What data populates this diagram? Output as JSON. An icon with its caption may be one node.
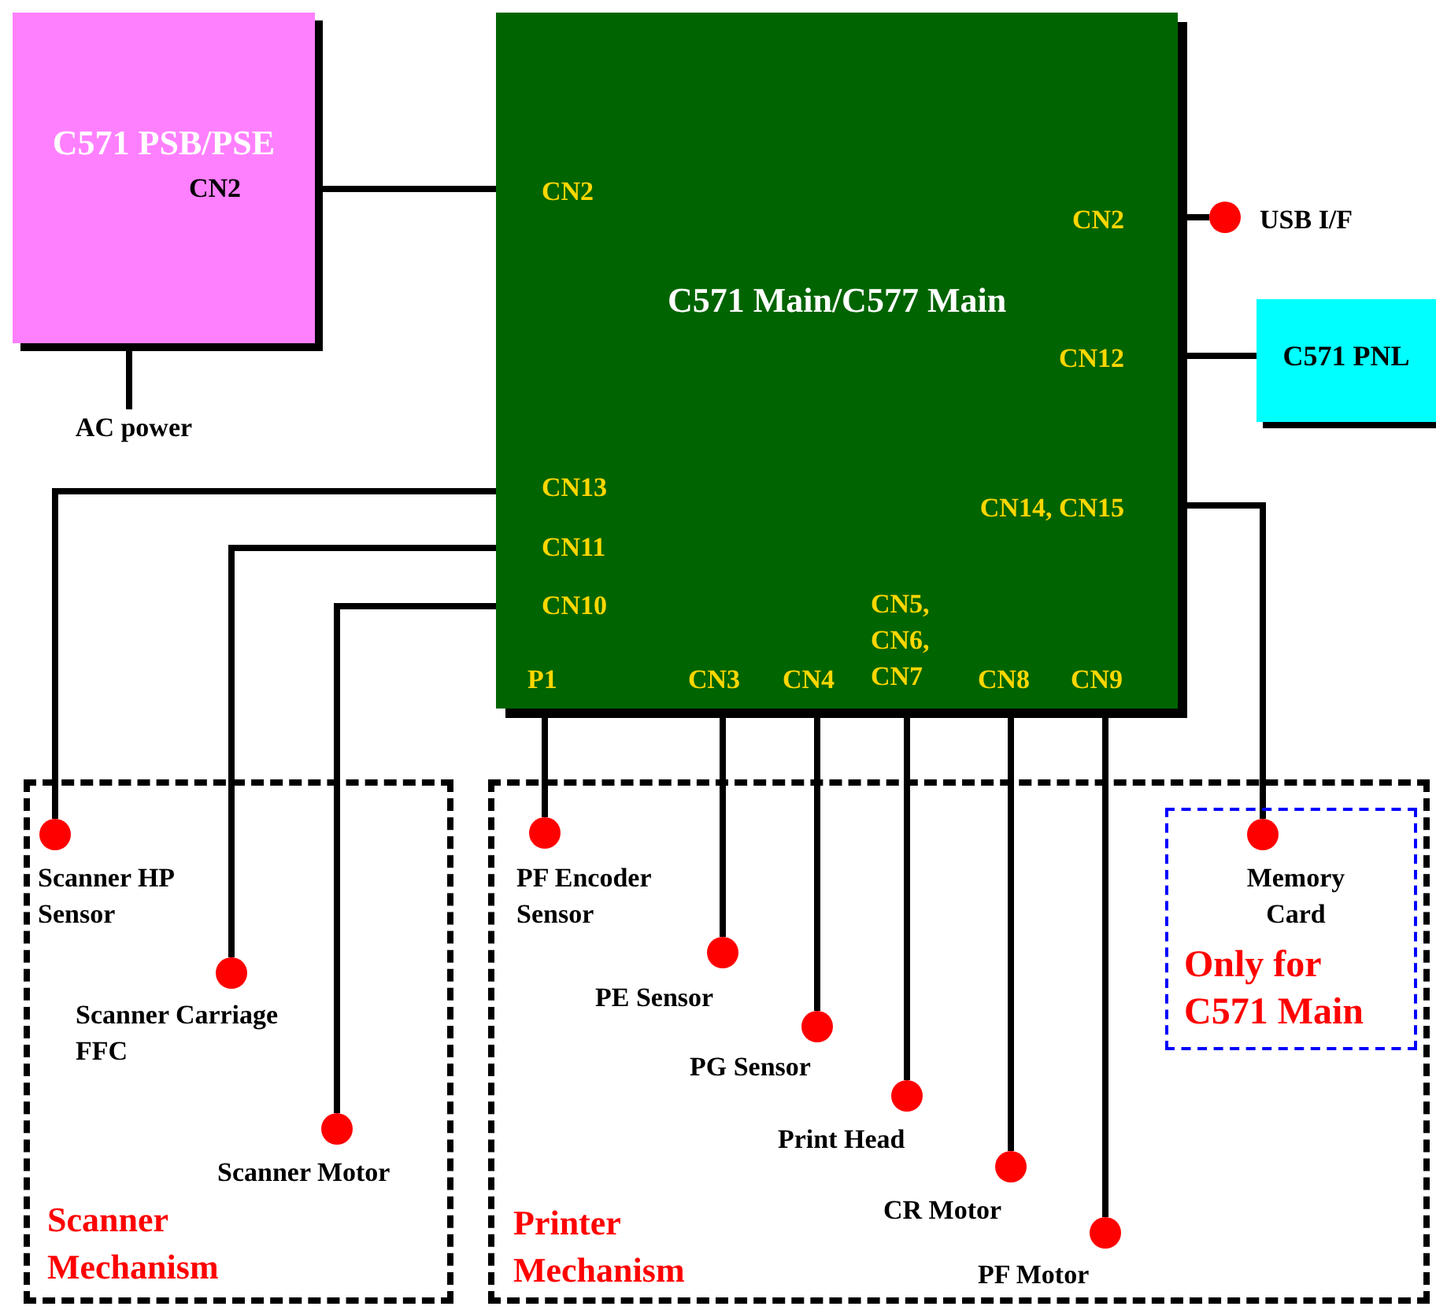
{
  "diagram": {
    "nodes": [
      {
        "text": [
          "C571 PSB/PSE",
          "CN2"
        ]
      },
      {
        "text": [
          "C571 Main/C577 Main",
          "CN2",
          "CN2",
          "CN12",
          "CN13",
          "CN11",
          "CN10",
          "CN14, CN15",
          "P1",
          "CN3",
          "CN4",
          "CN5, CN6, CN7",
          "CN8",
          "CN9"
        ]
      },
      {
        "text": [
          "AC power"
        ]
      },
      {
        "text": [],
        "shape": "circle",
        "beside": [
          "USB I/F"
        ]
      },
      {
        "text": [
          "C571 PNL"
        ]
      },
      {
        "text": [
          "Scanner Mechanism"
        ]
      },
      {
        "text": [],
        "shape": "circle",
        "in": 5,
        "beside": [
          "Scanner HP Sensor"
        ]
      },
      {
        "text": [],
        "shape": "circle",
        "in": 5,
        "beside": [
          "Scanner Carriage FFC"
        ]
      },
      {
        "text": [],
        "shape": "circle",
        "in": 5,
        "beside": [
          "Scanner Motor"
        ]
      },
      {
        "text": [
          "Printer Mechanism"
        ]
      },
      {
        "text": [],
        "shape": "circle",
        "in": 9,
        "beside": [
          "PF Encoder Sensor"
        ]
      },
      {
        "text": [],
        "shape": "circle",
        "in": 9,
        "beside": [
          "PE Sensor"
        ]
      },
      {
        "text": [],
        "shape": "circle",
        "in": 9,
        "beside": [
          "PG Sensor"
        ]
      },
      {
        "text": [],
        "shape": "circle",
        "in": 9,
        "beside": [
          "Print Head"
        ]
      },
      {
        "text": [],
        "shape": "circle",
        "in": 9,
        "beside": [
          "CR Motor"
        ]
      },
      {
        "text": [],
        "shape": "circle",
        "in": 9,
        "beside": [
          "PF Motor"
        ]
      },
      {
        "text": [
          "Only for C571 Main"
        ],
        "in": 9
      },
      {
        "text": [],
        "shape": "circle",
        "in": 16,
        "beside": [
          "Memory Card"
        ]
      }
    ],
    "edges": [
      {
        "from": 0,
        "to": 1,
        "arrow": "none"
      },
      {
        "from": 0,
        "to": 2,
        "arrow": "none"
      },
      {
        "from": 1,
        "to": 3,
        "arrow": "none"
      },
      {
        "from": 1,
        "to": 4,
        "arrow": "none"
      },
      {
        "from": 1,
        "to": 6,
        "arrow": "none"
      },
      {
        "from": 1,
        "to": 7,
        "arrow": "none"
      },
      {
        "from": 1,
        "to": 8,
        "arrow": "none"
      },
      {
        "from": 1,
        "to": 10,
        "arrow": "none"
      },
      {
        "from": 1,
        "to": 11,
        "arrow": "none"
      },
      {
        "from": 1,
        "to": 12,
        "arrow": "none"
      },
      {
        "from": 1,
        "to": 13,
        "arrow": "none"
      },
      {
        "from": 1,
        "to": 14,
        "arrow": "none"
      },
      {
        "from": 1,
        "to": 15,
        "arrow": "none"
      },
      {
        "from": 1,
        "to": 17,
        "arrow": "none"
      }
    ]
  }
}
